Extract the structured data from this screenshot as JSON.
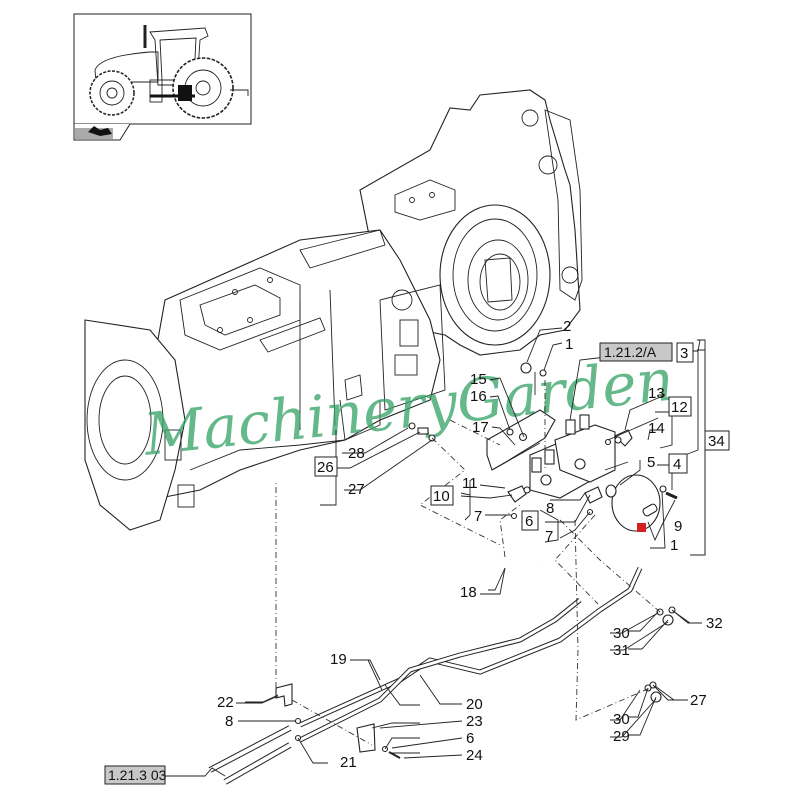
{
  "diagram": {
    "watermark": "MachineryGarden",
    "inset": {
      "description_icon": "tractor-location-icon",
      "nav_icon": "hydraulic-arrow-icon"
    },
    "references": {
      "ref_a": "1.21.2/A",
      "ref_b": "1.21.3 03"
    },
    "boxed_callouts": {
      "c3": "3",
      "c12": "12",
      "c4": "4",
      "c34": "34",
      "c26": "26",
      "c10": "10",
      "c6": "6"
    },
    "callouts": {
      "n2": "2",
      "n1a": "1",
      "n15": "15",
      "n16": "16",
      "n13": "13",
      "n14": "14",
      "n17": "17",
      "n5": "5",
      "n28": "28",
      "n27a": "27",
      "n11": "11",
      "n8a": "8",
      "n7a": "7",
      "n7b": "7",
      "n9": "9",
      "n1b": "1",
      "n18": "18",
      "n30a": "30",
      "n31": "31",
      "n32": "32",
      "n19": "19",
      "n20": "20",
      "n22": "22",
      "n8b": "8",
      "n23": "23",
      "n6b": "6",
      "n24": "24",
      "n21": "21",
      "n30b": "30",
      "n29": "29",
      "n27b": "27"
    },
    "marker_color": "#d42020",
    "watermark_color": "#3aa56a"
  }
}
